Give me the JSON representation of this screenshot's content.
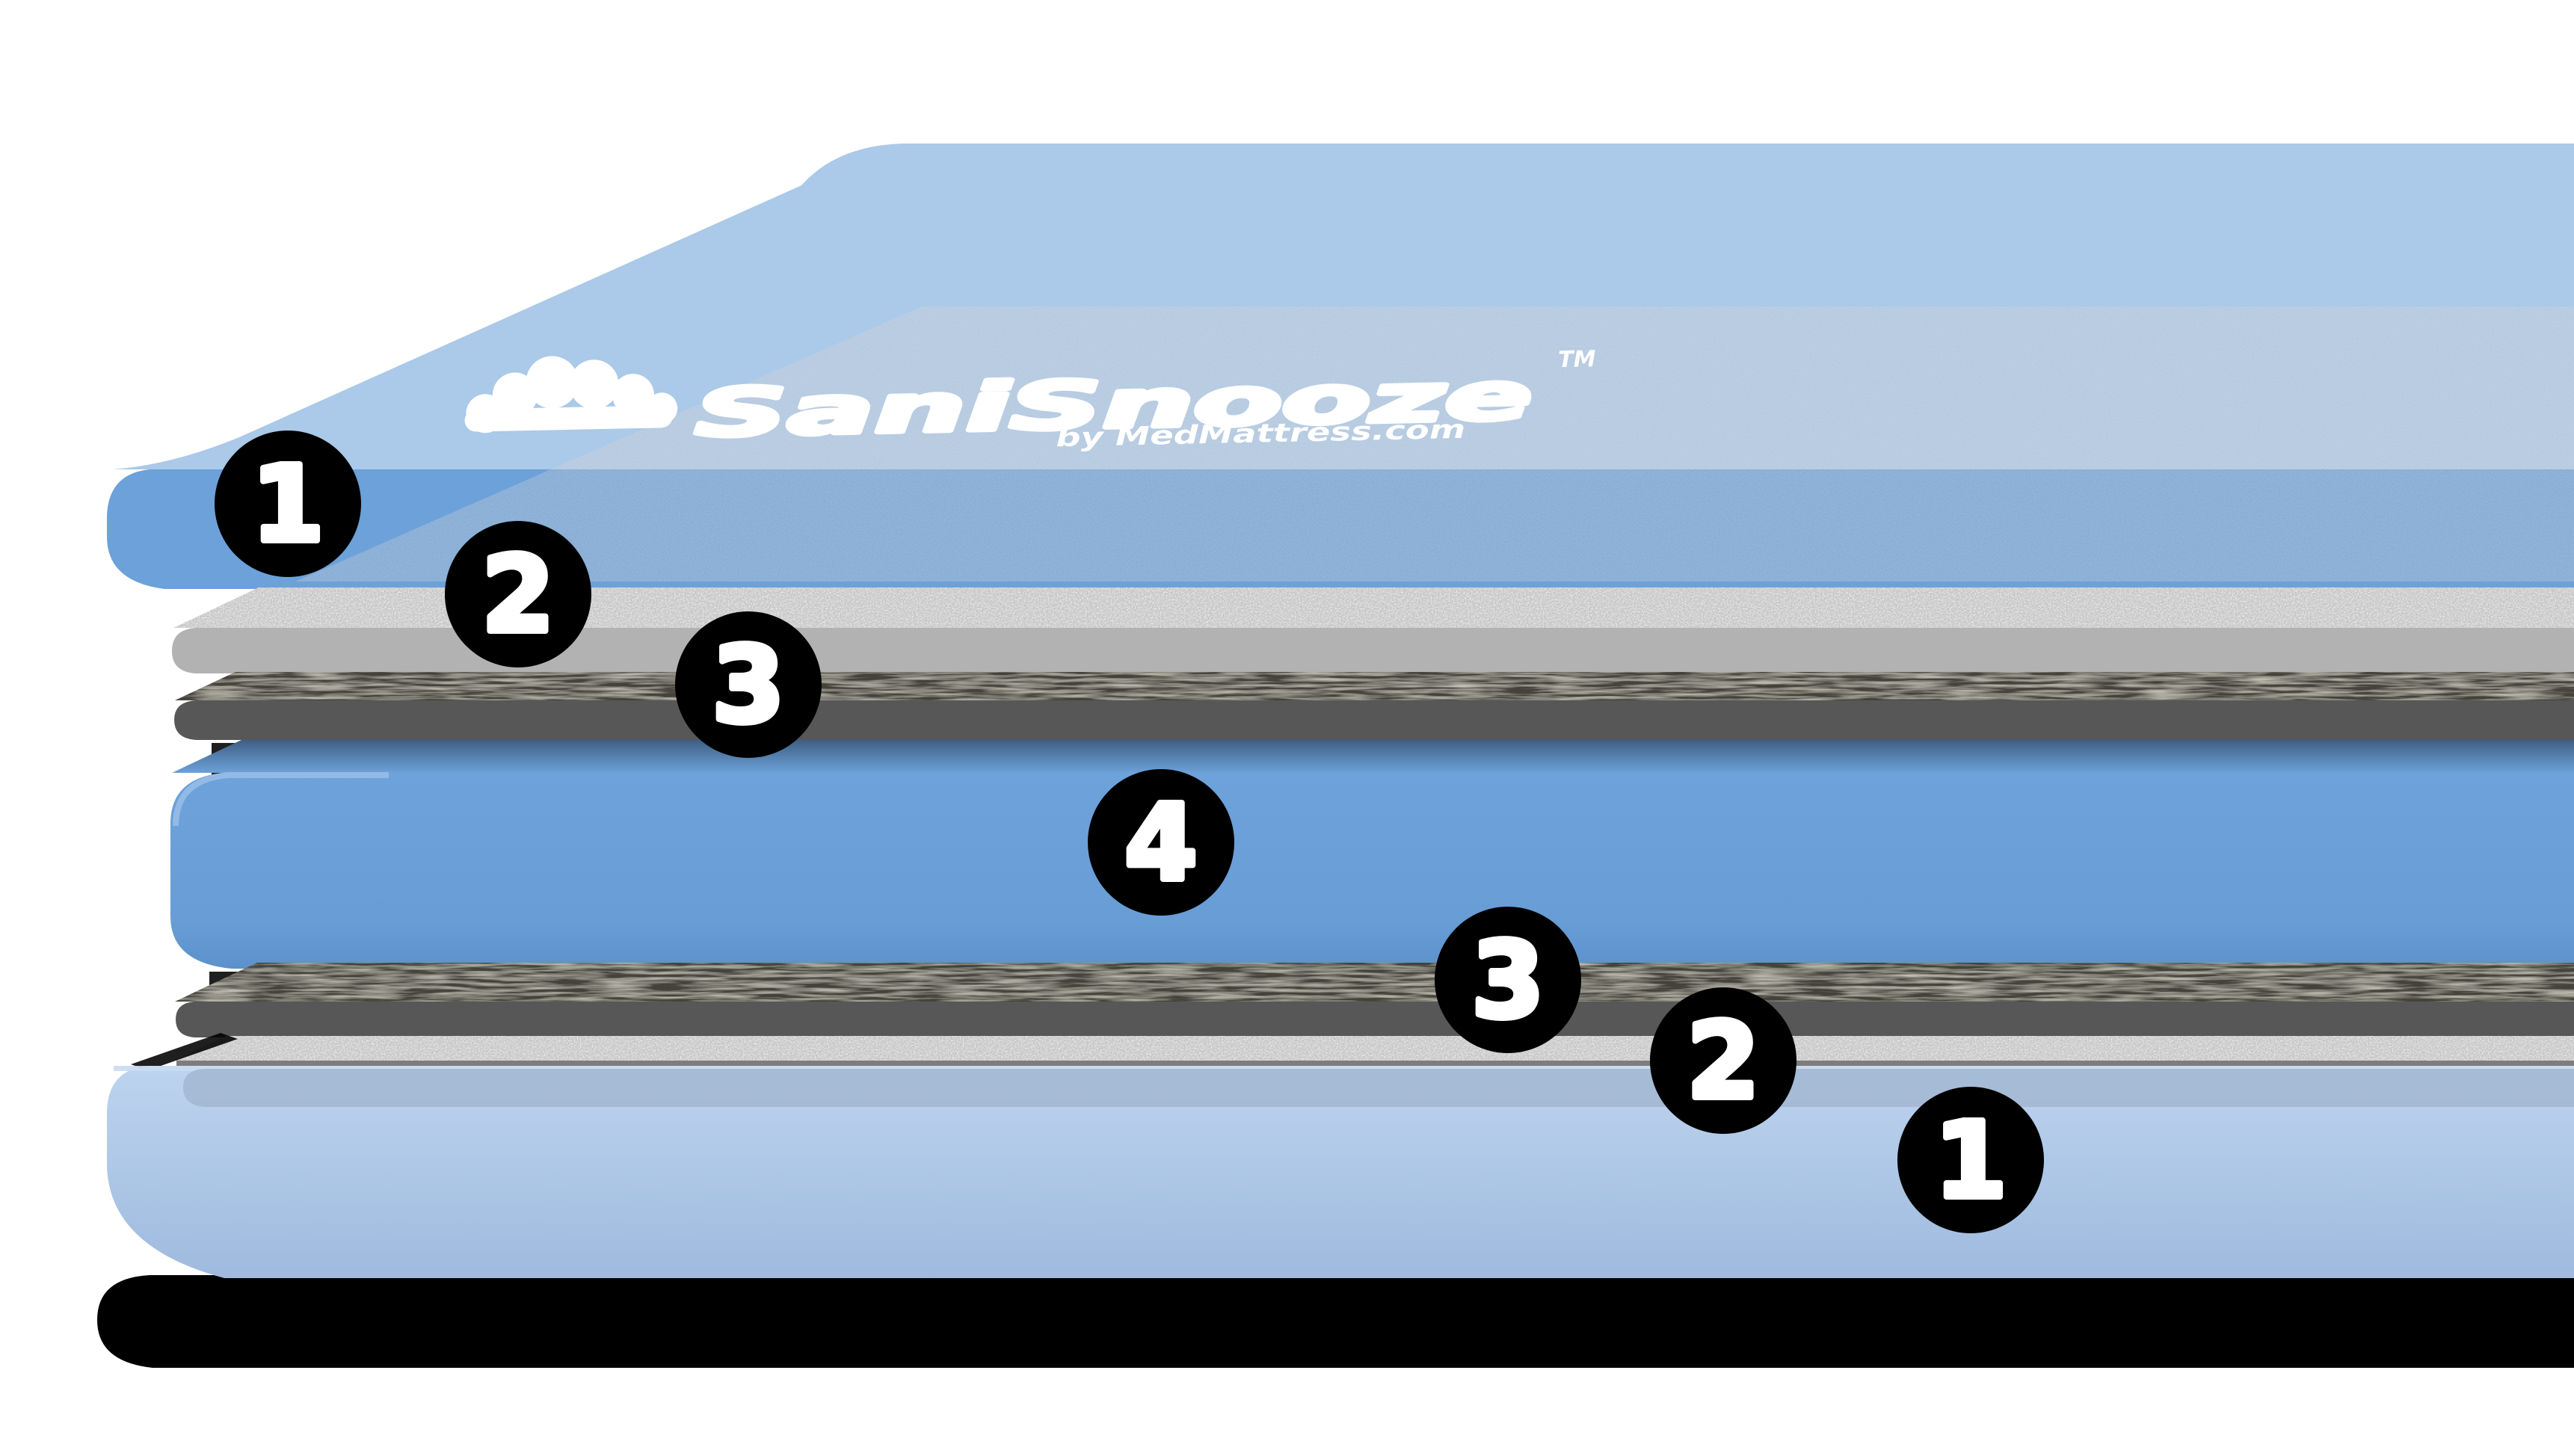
{
  "logo": {
    "brand": "SaniSnooze",
    "trademark": "TM",
    "byline": "by MedMattress.com",
    "text_color": "#ffffff"
  },
  "callouts": {
    "badge_color": "#000000",
    "number_color": "#ffffff",
    "items": [
      {
        "id": "top-cover",
        "label": "1"
      },
      {
        "id": "top-quilted-layer",
        "label": "2"
      },
      {
        "id": "top-barrier-layer",
        "label": "3"
      },
      {
        "id": "foam-core",
        "label": "4"
      },
      {
        "id": "bottom-barrier-layer",
        "label": "3"
      },
      {
        "id": "bottom-quilted-layer",
        "label": "2"
      },
      {
        "id": "bottom-cover",
        "label": "1"
      }
    ]
  },
  "layers": {
    "background": "#ffffff",
    "cover_top_surface": "#abc9e8",
    "cover_front": "#6ca1d9",
    "sheen_overlay": "#cfcccb",
    "quilt_top": "#c4c4c4",
    "quilt_front": "#b2b2b2",
    "barrier_top": "#45423a",
    "barrier_front": "#575757",
    "core_blue": "#6ca1d9",
    "core_shadow_top": "#3f5e84",
    "bottom_cover": "#b6cfea",
    "bottom_cover_shadow_band": "#a4b9d2",
    "ground_shadow": "#000000"
  }
}
